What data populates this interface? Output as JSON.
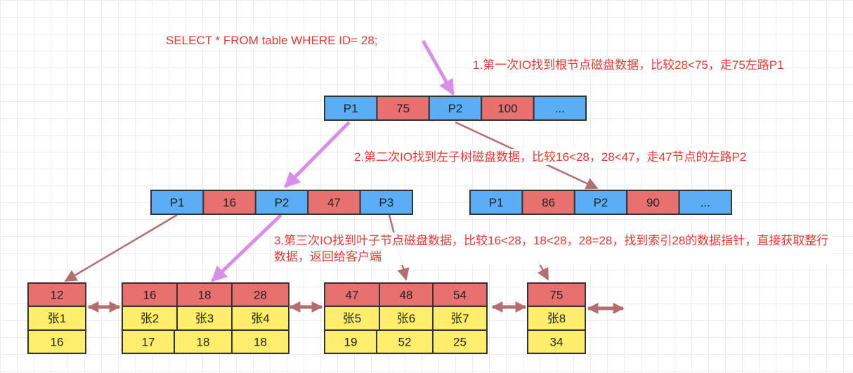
{
  "query": "SELECT * FROM table WHERE ID= 28;",
  "steps": [
    "1.第一次IO找到根节点磁盘数据，比较28<75，走75左路P1",
    "2.第二次IO找到左子树磁盘数据，比较16<28，28<47，走47节点的左路P2",
    "3.第三次IO找到叶子节点磁盘数据，比较16<28，18<28，28=28，找到索引28的数据指针，直接获取整行数据，返回给客户端"
  ],
  "colors": {
    "pointer_cell": "#5aaef5",
    "key_cell": "#e8706f",
    "data_cell": "#ffee6b",
    "border": "#333333",
    "tree_arrow": "#b46e72",
    "path_arrow": "#d98ee8",
    "caption_text": "#e53935"
  },
  "nodes": {
    "root": [
      "P1",
      "75",
      "P2",
      "100",
      "..."
    ],
    "left": [
      "P1",
      "16",
      "P2",
      "47",
      "P3"
    ],
    "right": [
      "P1",
      "86",
      "P2",
      "90",
      "..."
    ]
  },
  "leaves": [
    {
      "keys": [
        "12"
      ],
      "names": [
        "张1"
      ],
      "values": [
        "16"
      ]
    },
    {
      "keys": [
        "16",
        "18",
        "28"
      ],
      "names": [
        "张2",
        "张3",
        "张4"
      ],
      "values": [
        "17",
        "18",
        "18"
      ]
    },
    {
      "keys": [
        "47",
        "48",
        "54"
      ],
      "names": [
        "张5",
        "张6",
        "张7"
      ],
      "values": [
        "19",
        "52",
        "25"
      ]
    },
    {
      "keys": [
        "75"
      ],
      "names": [
        "张8"
      ],
      "values": [
        "34"
      ]
    }
  ]
}
